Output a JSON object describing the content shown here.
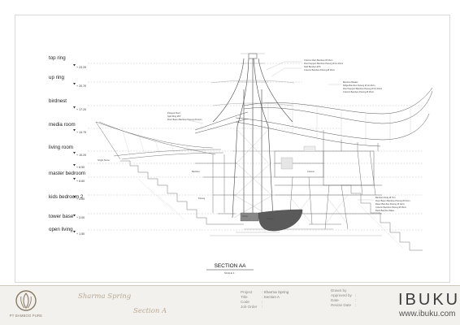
{
  "levels": [
    {
      "label": "top ring",
      "elevation": "+ 23.20"
    },
    {
      "label": "up ring",
      "elevation": "+ 20.70"
    },
    {
      "label": "birdnest",
      "elevation": "+ 17.20"
    },
    {
      "label": "media room",
      "elevation": "+ 13.70"
    },
    {
      "label": "living room",
      "elevation": "+ 10.20"
    },
    {
      "label": "",
      "elevation": "+ 8.50"
    },
    {
      "label": "master bedroom",
      "elevation": "+ 6.60"
    },
    {
      "label": "kids bedroom 2",
      "elevation": "+ 4.80"
    },
    {
      "label": "tower base",
      "elevation": "+ 3.00"
    },
    {
      "label": "open living",
      "elevation": "+ 1.50"
    }
  ],
  "annotations": {
    "top_right": [
      "Column Main Bamboo Ø 16cm",
      "Roof Support Bamboo Petung Ø 12-16cm",
      "Split Bamboo Ø 8",
      "Column Bamboo Petung Ø 16cm"
    ],
    "mid_right": [
      "Bamboo Basket",
      "Ridge Bamboo Petung Ø 12-16cm",
      "Roof Support Bamboo Petung Ø 12-16cm",
      "Column Bamboo Petung Ø 16cm"
    ],
    "left": [
      "Petayuk Roof",
      "Split Ring Ø 8",
      "Floor Beam Bamboo Petung Ø 12cm"
    ],
    "bottom_right": [
      "Bamboo Netty Ø 7cm",
      "Floor Beam Bamboo Petung Ø 12cm",
      "Beam Bamboo Petung Ø 12cm",
      "Column Bamboo Petung Ø 16cm",
      "Deck Bamboo Base"
    ],
    "small": [
      "Single Stone",
      "Bamboo",
      "Petung",
      "Shower",
      "Stone",
      "Column"
    ]
  },
  "drawing_title": "SECTION AA",
  "drawing_scale": "SCALE 1 :",
  "title_block": {
    "logo_text": "PT BAMBOO PURE",
    "project_script": "Sharma Spring",
    "section_script": "Section A",
    "fields": [
      {
        "key": "Project",
        "value": ": Sharma Spring"
      },
      {
        "key": "Title",
        "value": ": Section A"
      },
      {
        "key": "Code",
        "value": ":"
      },
      {
        "key": "Job Order",
        "value": ":"
      }
    ],
    "fields2": [
      {
        "key": "Drawn by",
        "value": ""
      },
      {
        "key": "Approved by",
        "value": ":"
      },
      {
        "key": "Date",
        "value": ":"
      },
      {
        "key": "Revise Date",
        "value": ":"
      }
    ],
    "brand": "IBUKU",
    "brand_url": "www.ibuku.com"
  },
  "colors": {
    "line": "#555555",
    "light_line": "#9a9a9a",
    "accent_tan": "#b8a994",
    "panel_bg": "#f3f1ee"
  }
}
